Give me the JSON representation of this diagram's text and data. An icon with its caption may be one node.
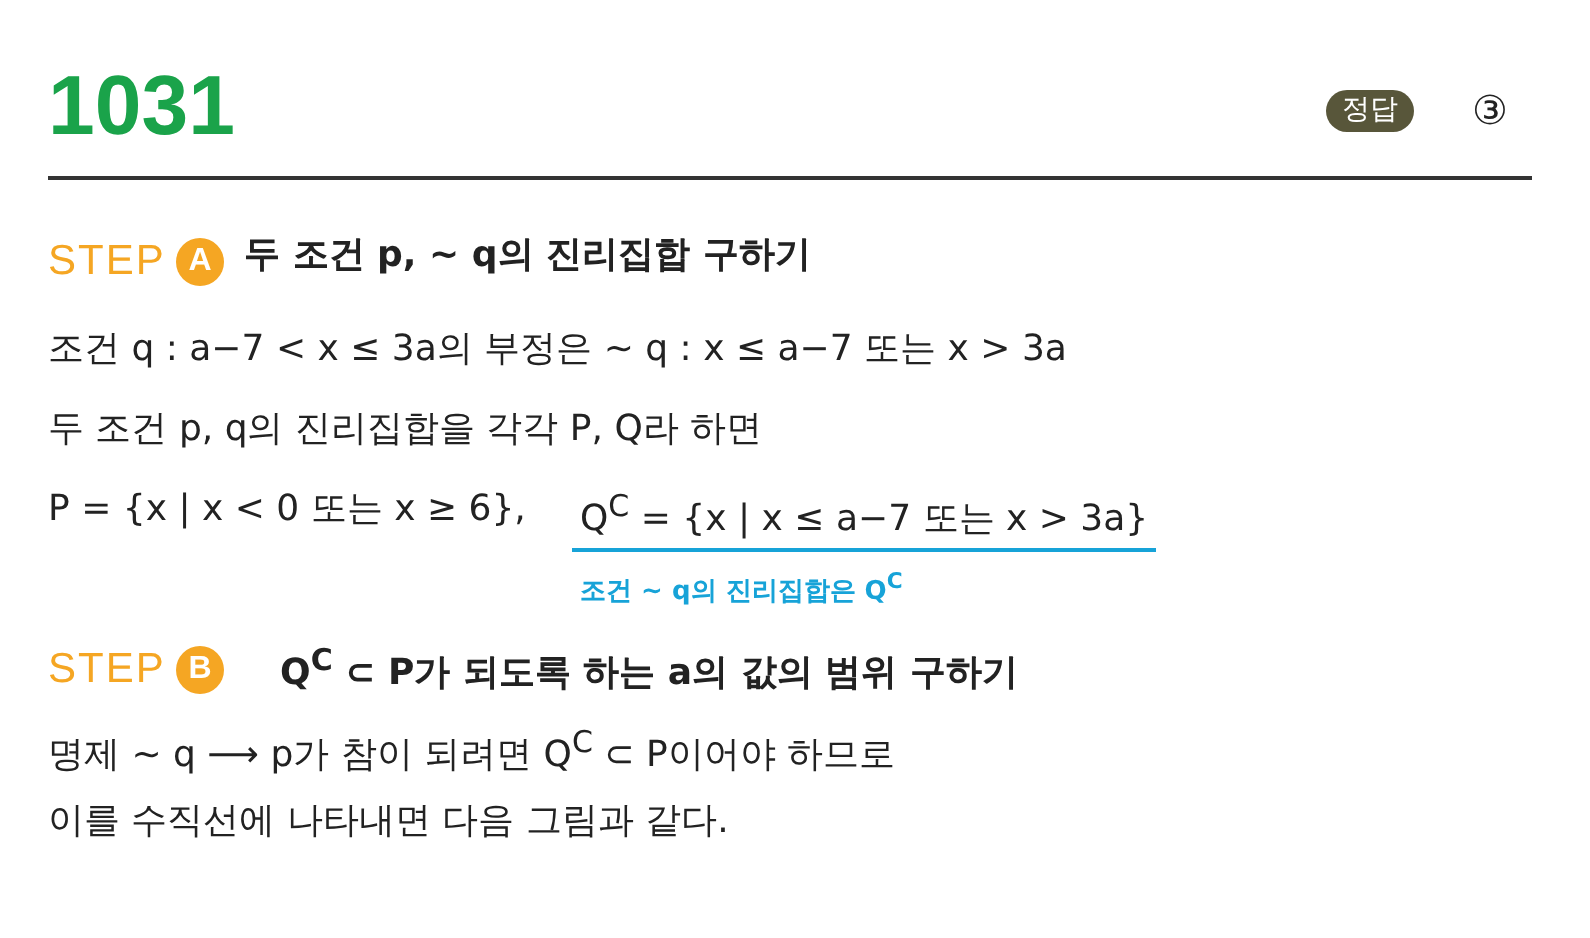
{
  "diagram": {
    "labels": [
      "1031",
      "정답",
      "③",
      "STEP",
      "A",
      "두 조건 p, ~ q의 진리집합 구하기",
      "조건 q : a−7 < x ≤ 3a의 부정은 ~ q : x ≤ a−7 또는 x > 3a",
      "두 조건 p, q의 진리집합을 각각 P, Q라 하면",
      "P = {x | x < 0 또는 x ≥ 6},",
      "Q$^{C}$ = {x | x ≤ a−7 또는 x > 3a}",
      "조건 ~ q의 진리집합은 Q$^{C}$",
      "STEP",
      "B",
      "Q$^{C}$ ⊂ P가 되도록 하는 a의 값의 범위 구하기",
      "명제 ~ q ⟶ p가 참이 되려면 Q$^{C}$ ⊂ P이어야 하므로",
      "이를 수직선에 나타내면 다음 그림과 같다."
    ]
  }
}
